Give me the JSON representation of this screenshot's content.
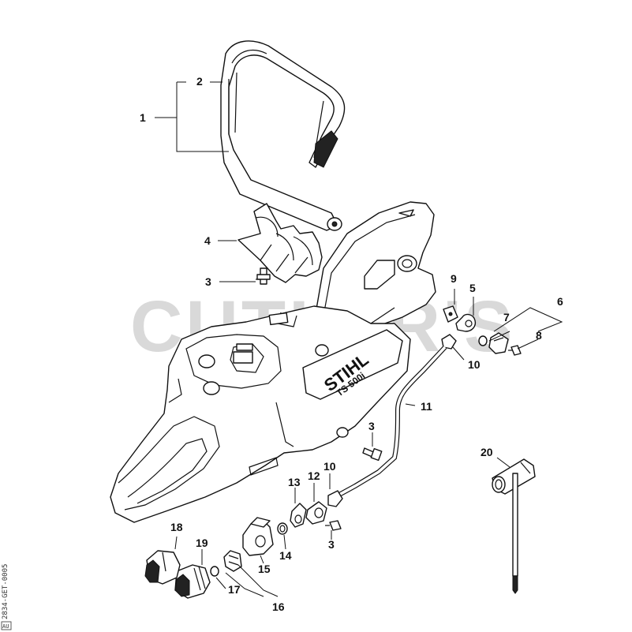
{
  "watermark": "CUTLER'S",
  "brand": {
    "logo": "STIHL",
    "model": "TS 500i"
  },
  "doc_code": "2834-GET-0005",
  "revision": "AU",
  "callouts": [
    {
      "id": "c1",
      "label": "1"
    },
    {
      "id": "c2",
      "label": "2"
    },
    {
      "id": "c3a",
      "label": "3"
    },
    {
      "id": "c4",
      "label": "4"
    },
    {
      "id": "c5",
      "label": "5"
    },
    {
      "id": "c6",
      "label": "6"
    },
    {
      "id": "c7",
      "label": "7"
    },
    {
      "id": "c8",
      "label": "8"
    },
    {
      "id": "c9",
      "label": "9"
    },
    {
      "id": "c10a",
      "label": "10"
    },
    {
      "id": "c11",
      "label": "11"
    },
    {
      "id": "c3b",
      "label": "3"
    },
    {
      "id": "c10b",
      "label": "10"
    },
    {
      "id": "c12",
      "label": "12"
    },
    {
      "id": "c13",
      "label": "13"
    },
    {
      "id": "c3c",
      "label": "3"
    },
    {
      "id": "c14",
      "label": "14"
    },
    {
      "id": "c15",
      "label": "15"
    },
    {
      "id": "c16",
      "label": "16"
    },
    {
      "id": "c17",
      "label": "17"
    },
    {
      "id": "c18",
      "label": "18"
    },
    {
      "id": "c19",
      "label": "19"
    },
    {
      "id": "c20",
      "label": "20"
    }
  ]
}
